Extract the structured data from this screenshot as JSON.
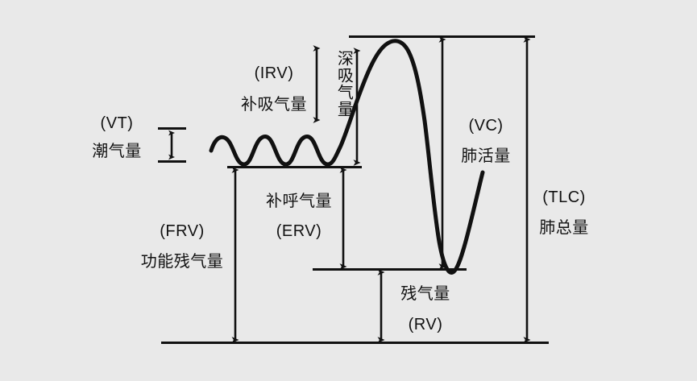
{
  "diagram": {
    "title": "Lung Volumes and Capacities Spirogram",
    "background_color": "#e9e9e9",
    "ink_color": "#111111"
  },
  "labels": {
    "vt_abbr": "(VT)",
    "vt_name": "潮气量",
    "irv_abbr": "(IRV)",
    "irv_name": "补吸气量",
    "ic_name": "深吸气量",
    "erv_name": "补呼气量",
    "erv_abbr": "(ERV)",
    "frv_abbr": "(FRV)",
    "frv_name": "功能残气量",
    "vc_abbr": "(VC)",
    "vc_name": "肺活量",
    "rv_name": "残气量",
    "rv_abbr": "(RV)",
    "tlc_abbr": "(TLC)",
    "tlc_name": "肺总量"
  },
  "graphics": {
    "curve_name": "spirogram-trace",
    "line_tlc": "total-lung-capacity-level-line",
    "line_frc": "functional-residual-capacity-level-line",
    "line_rv": "residual-volume-level-line",
    "line_base": "zero-volume-baseline",
    "arrow_vt": "tidal-volume-arrow",
    "arrow_irv": "inspiratory-reserve-volume-arrow",
    "arrow_ic": "inspiratory-capacity-arrow",
    "arrow_erv": "expiratory-reserve-volume-arrow",
    "arrow_frv": "functional-residual-capacity-arrow",
    "arrow_vc": "vital-capacity-arrow",
    "arrow_rv": "residual-volume-arrow",
    "arrow_tlc": "total-lung-capacity-arrow"
  }
}
